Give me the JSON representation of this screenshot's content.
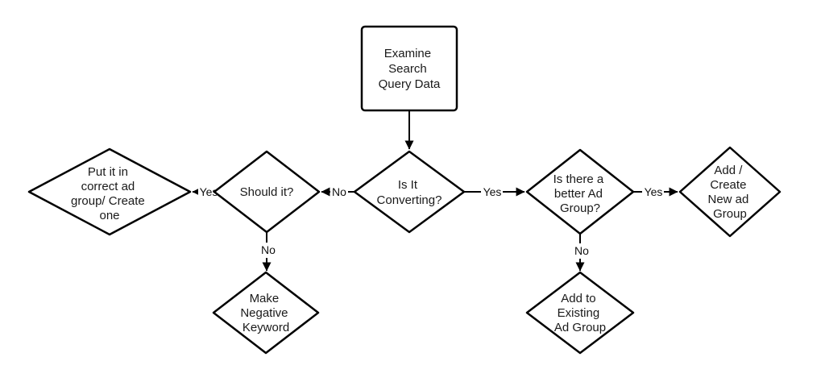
{
  "diagram": {
    "title": "Search Query Data flowchart",
    "background_color": "#ffffff",
    "stroke_color": "#000000",
    "text_color": "#1a1a1a"
  },
  "nodes": {
    "examine": {
      "shape": "rectangle",
      "lines": [
        "Examine",
        "Search",
        "Query Data"
      ]
    },
    "converting": {
      "shape": "diamond",
      "lines": [
        "Is It",
        "Converting?"
      ]
    },
    "should_it": {
      "shape": "diamond",
      "lines": [
        "Should it?"
      ]
    },
    "put_in_group": {
      "shape": "diamond",
      "lines": [
        "Put it in",
        "correct ad",
        "group/ Create",
        "one"
      ]
    },
    "negative_keyword": {
      "shape": "diamond",
      "lines": [
        "Make",
        "Negative",
        "Keyword"
      ]
    },
    "better_group": {
      "shape": "diamond",
      "lines": [
        "Is there a",
        "better Ad",
        "Group?"
      ]
    },
    "new_group": {
      "shape": "diamond",
      "lines": [
        "Add /",
        "Create",
        "New ad",
        "Group"
      ]
    },
    "existing_group": {
      "shape": "diamond",
      "lines": [
        "Add to",
        "Existing",
        "Ad Group"
      ]
    }
  },
  "edge_labels": {
    "converting_to_should": "No",
    "should_to_put": "Yes",
    "should_to_negative": "No",
    "converting_to_better": "Yes",
    "better_to_new": "Yes",
    "better_to_existing": "No"
  }
}
